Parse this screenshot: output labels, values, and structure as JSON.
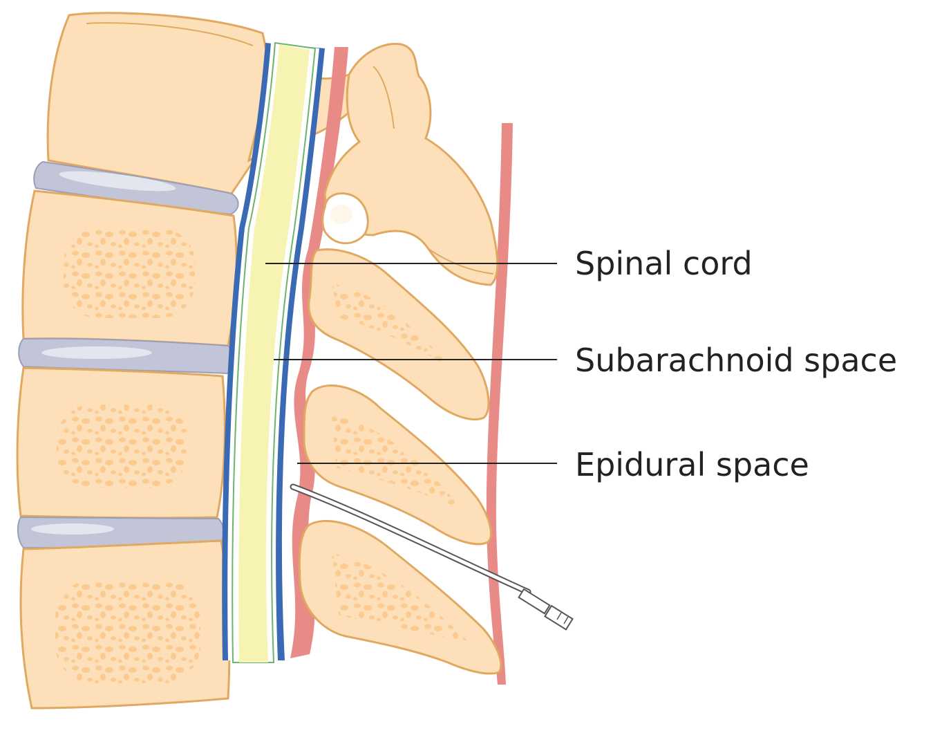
{
  "labels": {
    "spinal_cord": "Spinal cord",
    "subarachnoid_space": "Subarachnoid space",
    "epidural_space": "Epidural space"
  },
  "colors": {
    "bone_fill": "#fde0b9",
    "bone_stroke": "#e0a860",
    "bone_spot": "#fbc98d",
    "disc_fill": "#c2c5d8",
    "disc_highlight": "#e3e5ef",
    "cord_fill": "#f7f3b3",
    "dura_blue": "#3a6ab3",
    "pia_green": "#6cb56a",
    "ligament_pink": "#e88a86",
    "leader_line": "#222222",
    "catheter": "#555555"
  }
}
